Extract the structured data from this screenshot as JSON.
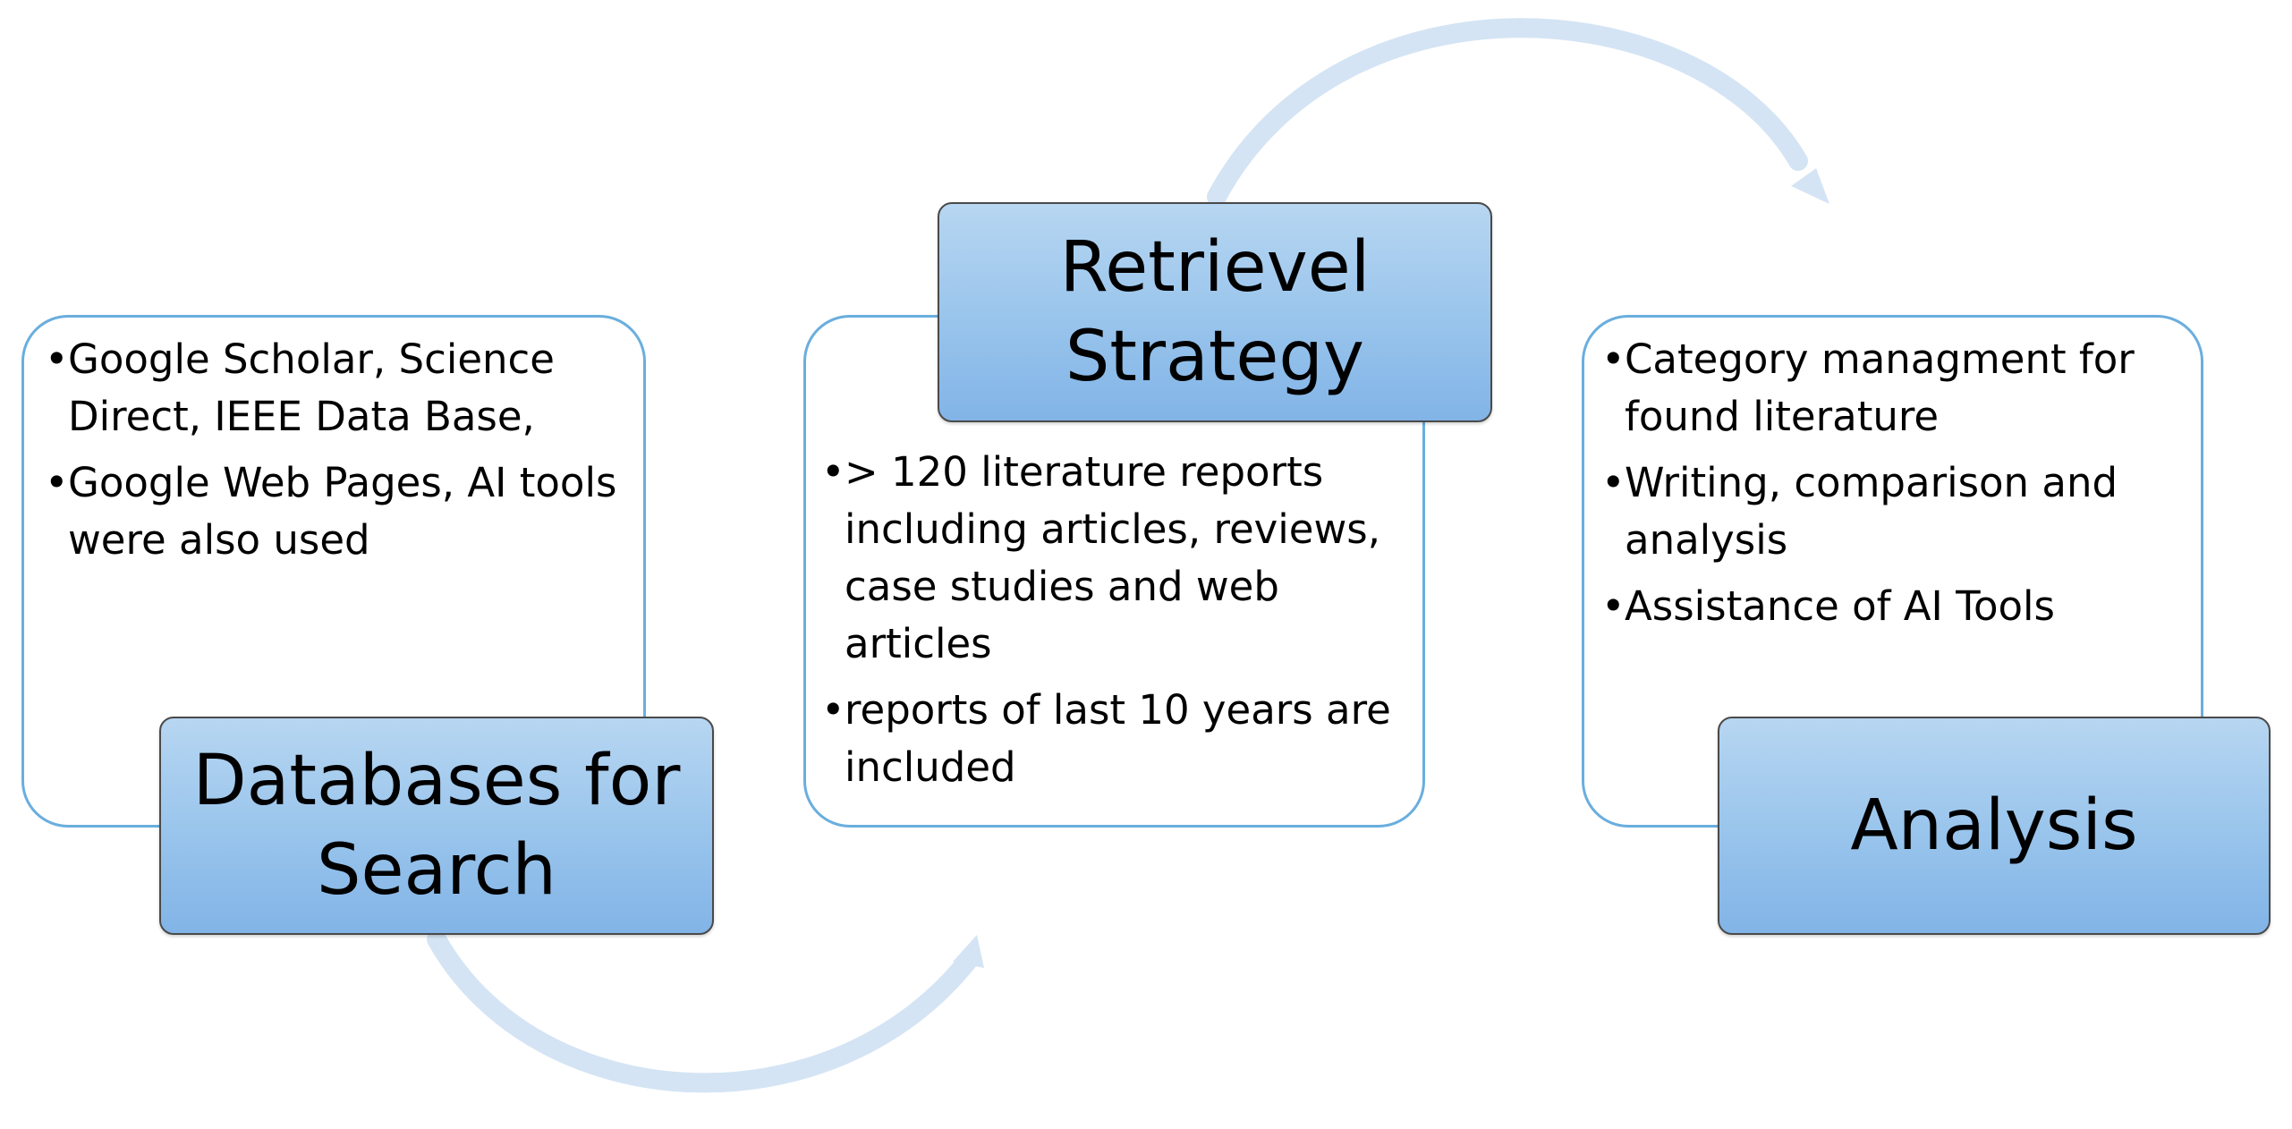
{
  "colors": {
    "card_border": "#6aaede",
    "label_fill_top": "#b7d6f1",
    "label_fill_bottom": "#82b4e7",
    "arrow": "#d4e4f4"
  },
  "steps": [
    {
      "title": "Databases for Search",
      "bullets": [
        "Google Scholar, Science Direct, IEEE Data Base,",
        "Google Web Pages, AI tools were also used"
      ]
    },
    {
      "title": "Retrievel Strategy",
      "bullets": [
        "> 120 literature reports including articles, reviews, case studies and web articles",
        "reports of last 10 years are included"
      ]
    },
    {
      "title": "Analysis",
      "bullets": [
        "Category managment for found literature",
        "Writing, comparison and analysis",
        "Assistance of AI Tools"
      ]
    }
  ]
}
